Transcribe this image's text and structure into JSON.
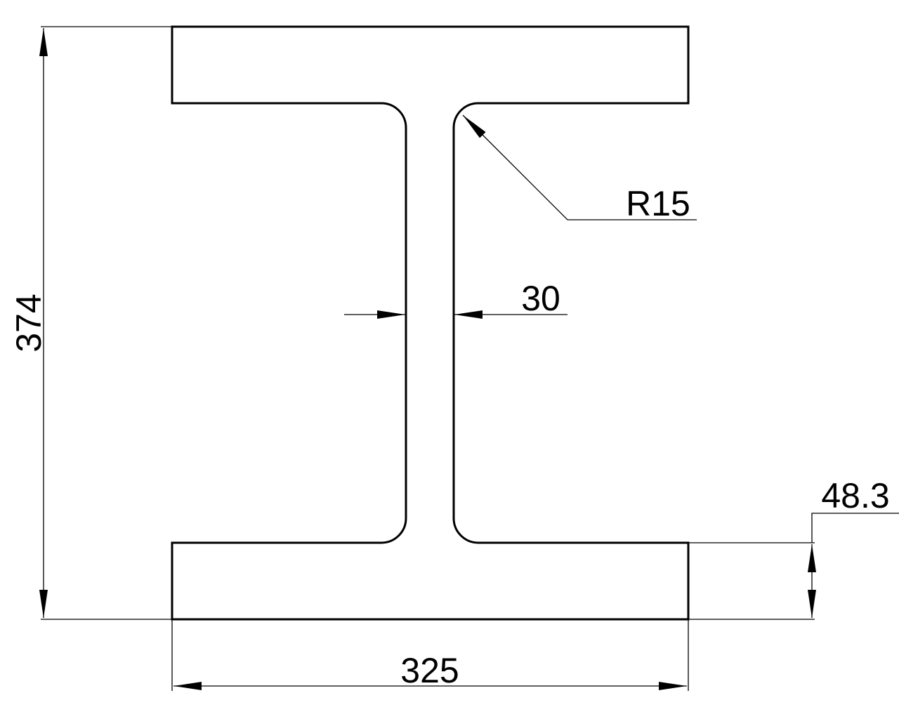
{
  "drawing": {
    "title": "I-beam cross section",
    "dimensions": {
      "height": "374",
      "width": "325",
      "web_thickness": "30",
      "fillet_radius": "R15",
      "flange_thickness": "48.3"
    },
    "colors": {
      "line": "#000000",
      "background": "#ffffff"
    }
  }
}
